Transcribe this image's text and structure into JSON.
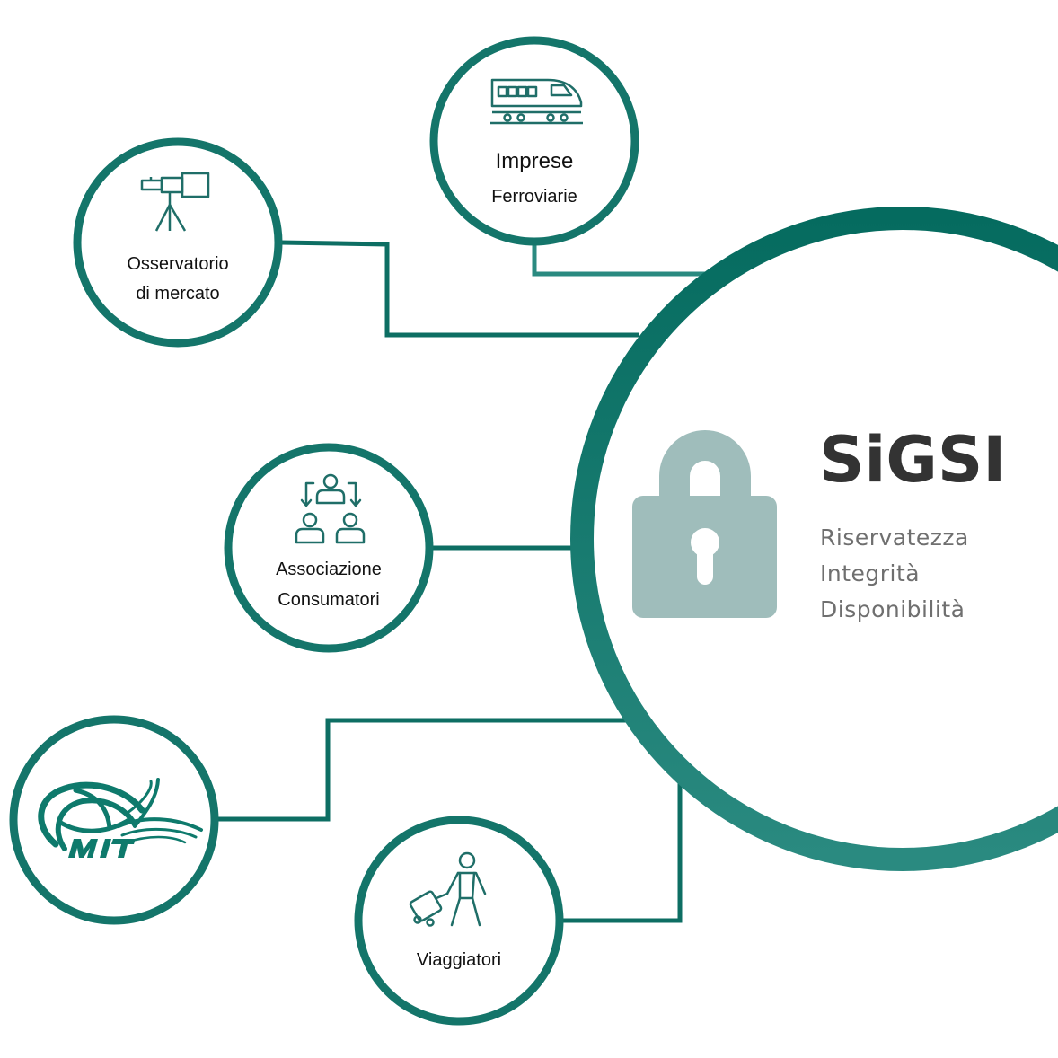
{
  "colors": {
    "accent_dark": "#056b5f",
    "accent_light": "#2a8a80",
    "lock": "#9fbdbb",
    "title_text": "#333333",
    "attribute_text": "#6f6f6f",
    "label_text": "#111111"
  },
  "hub": {
    "title": "SiGSI",
    "attributes": [
      "Riservatezza",
      "Integrità",
      "Disponibilità"
    ],
    "icon": "lock-icon"
  },
  "nodes": {
    "imprese": {
      "line1": "Imprese",
      "line2": "Ferroviarie",
      "icon": "train-icon"
    },
    "osservatorio": {
      "line1": "Osservatorio",
      "line2": "di mercato",
      "icon": "telescope-icon"
    },
    "associazione": {
      "line1": "Associazione",
      "line2": "Consumatori",
      "icon": "people-exchange-icon"
    },
    "mit": {
      "icon": "mit-logo"
    },
    "viaggiatori": {
      "line1": "Viaggiatori",
      "icon": "traveler-icon"
    }
  }
}
